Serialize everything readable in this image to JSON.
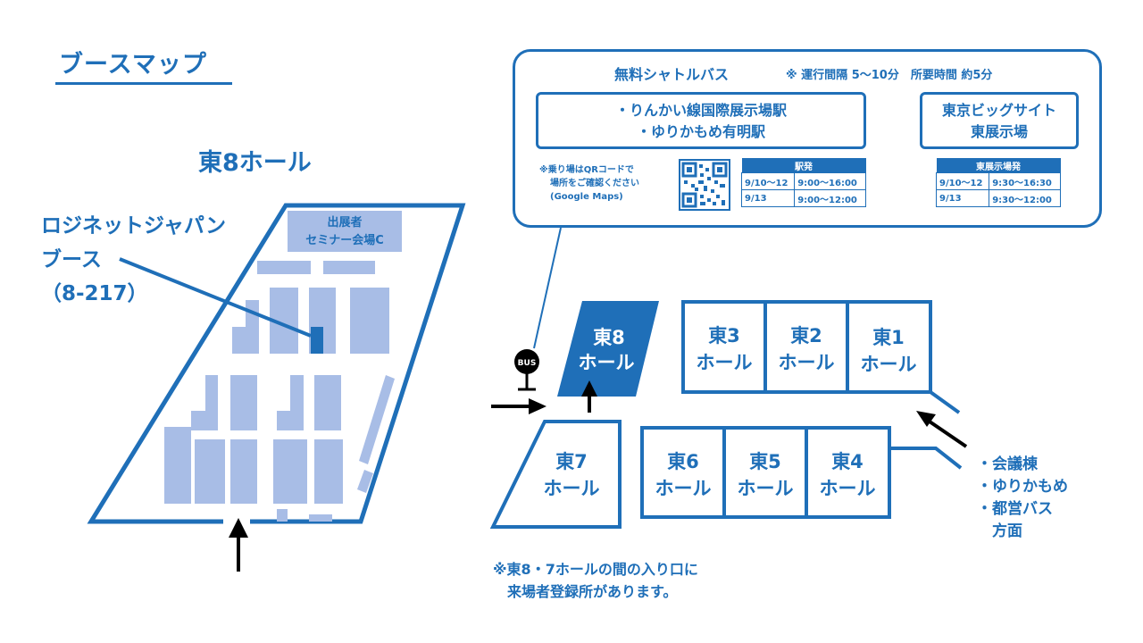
{
  "page_title": "ブースマップ",
  "hall_map": {
    "title": "東8ホール",
    "booth_label_lines": [
      "ロジネットジャパン",
      "ブース",
      "（8-217）"
    ],
    "seminar_lines": [
      "出展者",
      "セミナー会場C"
    ]
  },
  "shuttle": {
    "title": "無料シャトルバス",
    "note": "※ 運行間隔 5～10分　所要時間 約5分",
    "stations": [
      "・りんかい線国際展示場駅",
      "・ゆりかもめ有明駅"
    ],
    "destination_lines": [
      "東京ビッグサイト",
      "東展示場"
    ],
    "qr_note_lines": [
      "※乗り場はQRコードで",
      "場所をご確認ください",
      "(Google Maps)"
    ],
    "tables": [
      {
        "header": "駅発",
        "rows": [
          [
            "9/10～12",
            "9:00～16:00"
          ],
          [
            "9/13",
            "9:00～12:00"
          ]
        ]
      },
      {
        "header": "東展示場発",
        "rows": [
          [
            "9/10～12",
            "9:30～16:30"
          ],
          [
            "9/13",
            "9:30～12:00"
          ]
        ]
      }
    ]
  },
  "overview": {
    "bus_label": "BUS",
    "halls": {
      "e8": [
        "東8",
        "ホール"
      ],
      "e7": [
        "東7",
        "ホール"
      ],
      "e1": [
        "東1",
        "ホール"
      ],
      "e2": [
        "東2",
        "ホール"
      ],
      "e3": [
        "東3",
        "ホール"
      ],
      "e4": [
        "東4",
        "ホール"
      ],
      "e5": [
        "東5",
        "ホール"
      ],
      "e6": [
        "東6",
        "ホール"
      ]
    },
    "exit_lines": [
      "・会議棟",
      "・ゆりかもめ",
      "・都営バス",
      "　方面"
    ]
  },
  "registration_note": [
    "※東8・7ホールの間の入り口に",
    "　来場者登録所があります。"
  ],
  "colors": {
    "primary": "#1f6fb8",
    "booth_fill": "#a8bde6",
    "highlight": "#1f6fb8"
  }
}
